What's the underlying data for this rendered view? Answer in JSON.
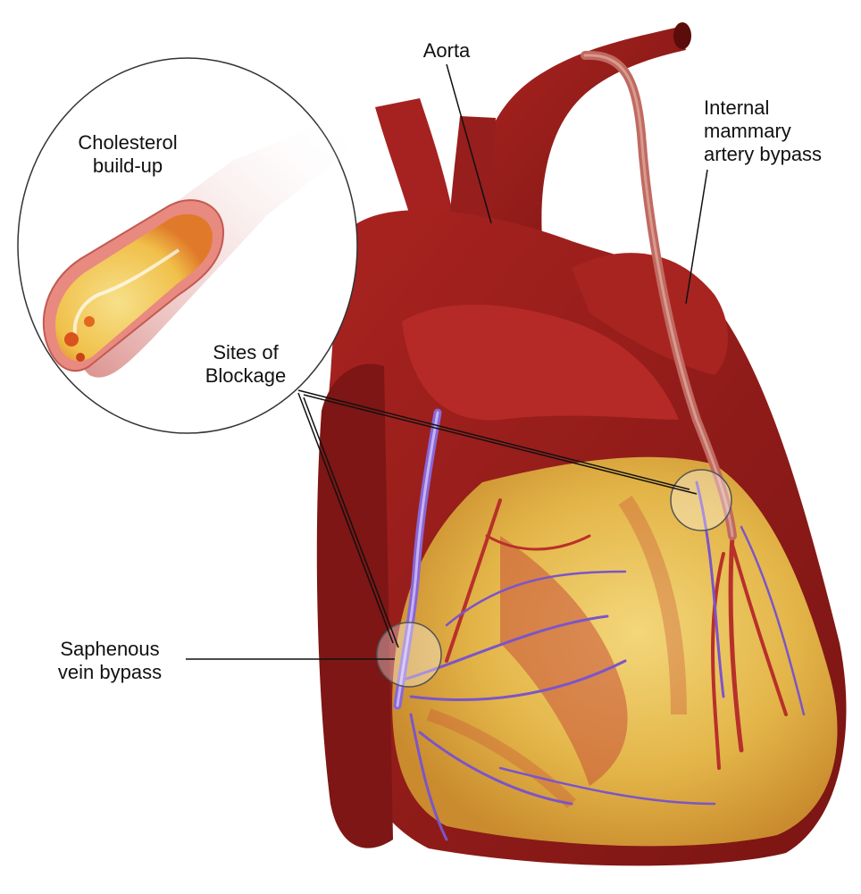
{
  "labels": {
    "aorta": "Aorta",
    "internal_mammary": "Internal\nmammary\nartery bypass",
    "cholesterol": "Cholesterol\nbuild-up",
    "sites_of_blockage": "Sites of\nBlockage",
    "saphenous": "Saphenous\nvein bypass"
  },
  "colors": {
    "heart_red": "#9b1d1b",
    "heart_dark": "#6e1210",
    "fat_yellow": "#e8c252",
    "vein_purple": "#7b55c9",
    "artery_red": "#c0392b",
    "graft_pink": "#c06a60"
  }
}
